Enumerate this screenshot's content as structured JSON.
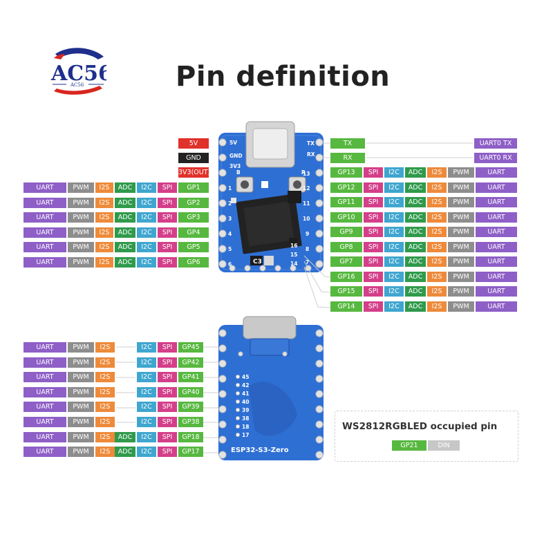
{
  "header": {
    "logo_text": "AC56",
    "logo_subtext": "AC56",
    "title": "Pin definition"
  },
  "colors": {
    "uart": "#8e5fc7",
    "pwm": "#8d8d8d",
    "i2s": "#ee8a3a",
    "adc": "#2f9a4b",
    "i2c": "#3fa6cf",
    "spi": "#d43f8a",
    "gp": "#57b840",
    "power": "#e0312b",
    "gnd": "#222222",
    "din": "#c7c7c7",
    "board": "#2e6fd4"
  },
  "legend_values": {
    "uart": "UART",
    "pwm": "PWM",
    "i2s": "I2S",
    "adc": "ADC",
    "i2c": "I2C",
    "spi": "SPI"
  },
  "power_pins": [
    "5V",
    "GND",
    "3V3(OUT)"
  ],
  "uart0_pins": [
    {
      "gp": "TX",
      "func": "UART0 TX"
    },
    {
      "gp": "RX",
      "func": "UART0 RX"
    }
  ],
  "top_left_pins": [
    "GP1",
    "GP2",
    "GP3",
    "GP4",
    "GP5",
    "GP6"
  ],
  "top_right_pins": [
    "GP13",
    "GP12",
    "GP11",
    "GP10",
    "GP9",
    "GP8",
    "GP7",
    "GP16",
    "GP15",
    "GP14"
  ],
  "bottom_left_pins": [
    {
      "gp": "GP45",
      "adc": false
    },
    {
      "gp": "GP42",
      "adc": false
    },
    {
      "gp": "GP41",
      "adc": false
    },
    {
      "gp": "GP40",
      "adc": false
    },
    {
      "gp": "GP39",
      "adc": false
    },
    {
      "gp": "GP38",
      "adc": false
    },
    {
      "gp": "GP18",
      "adc": true
    },
    {
      "gp": "GP17",
      "adc": true
    }
  ],
  "board_top": {
    "left_numbers": [
      "5V",
      "GND",
      "3V3",
      "1",
      "2",
      "3",
      "4",
      "5",
      "6"
    ],
    "right_numbers": [
      "TX",
      "RX",
      "13",
      "12",
      "11",
      "10",
      "9",
      "8",
      "7",
      "16",
      "15",
      "14"
    ],
    "chip_label": "C3",
    "side_labels": [
      "B",
      "R"
    ]
  },
  "board_bottom": {
    "name": "ESP32-S3-Zero",
    "numbers": [
      "45",
      "42",
      "41",
      "40",
      "39",
      "38",
      "18",
      "17"
    ]
  },
  "ws2812": {
    "title": "WS2812RGBLED occupied pin",
    "gp": "GP21",
    "func": "DIN"
  }
}
